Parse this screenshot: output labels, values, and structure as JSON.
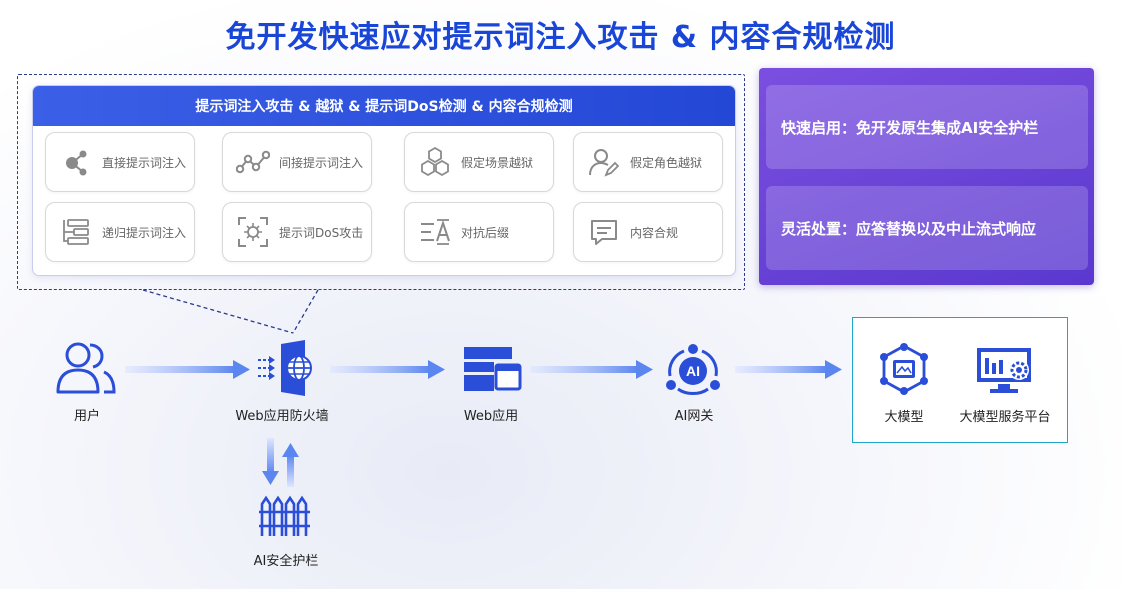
{
  "title": "免开发快速应对提示词注入攻击 & 内容合规检测",
  "panel": {
    "header": "提示词注入攻击 & 越狱 & 提示词DoS检测 & 内容合规检测",
    "cards": [
      {
        "label": "直接提示词注入",
        "icon": "share-nodes-icon"
      },
      {
        "label": "间接提示词注入",
        "icon": "line-graph-icon"
      },
      {
        "label": "假定场景越狱",
        "icon": "hexagons-icon"
      },
      {
        "label": "假定角色越狱",
        "icon": "user-edit-icon"
      },
      {
        "label": "递归提示词注入",
        "icon": "recursive-list-icon"
      },
      {
        "label": "提示词DoS攻击",
        "icon": "virus-scan-icon"
      },
      {
        "label": "对抗后缀",
        "icon": "text-suffix-icon"
      },
      {
        "label": "内容合规",
        "icon": "message-icon"
      }
    ]
  },
  "features": [
    "快速启用：免开发原生集成AI安全护栏",
    "灵活处置：应答替换以及中止流式响应"
  ],
  "flow": {
    "user": "用户",
    "waf": "Web应用防火墙",
    "webapp": "Web应用",
    "gateway": "AI网关",
    "guardrail": "AI安全护栏",
    "model": "大模型",
    "platform": "大模型服务平台",
    "gateway_badge": "AI"
  },
  "colors": {
    "primary": "#1a46d8",
    "header": "#2447d6",
    "purple": "#6a44d8",
    "target_border": "#1fa7c9"
  }
}
